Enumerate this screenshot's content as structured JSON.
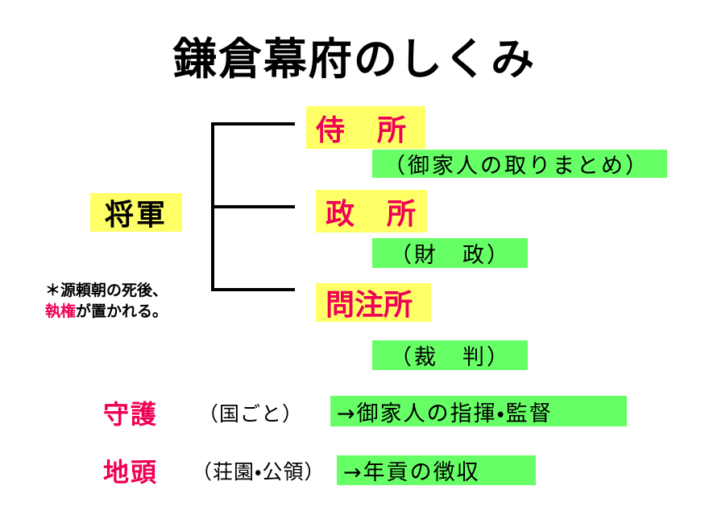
{
  "slide": {
    "title": "鎌倉幕府のしくみ",
    "background_color": "#ffffff"
  },
  "colors": {
    "highlight_yellow": "#ffff66",
    "highlight_green": "#66ff66",
    "accent_pink": "#ee0055",
    "text_black": "#000000"
  },
  "central": {
    "head": {
      "label": "将軍",
      "highlight": "#ffff66",
      "text_color": "#000000"
    },
    "note": {
      "line1": "＊源頼朝の死後、",
      "highlight_term": "執権",
      "line2_rest": "が置かれる。"
    },
    "organs": [
      {
        "name": "侍　所",
        "description": "（御家人の取りまとめ）"
      },
      {
        "name": "政　所",
        "description": "（財　政）"
      },
      {
        "name": "問注所",
        "description": "（裁　判）"
      }
    ]
  },
  "local": {
    "officers": [
      {
        "title": "守護",
        "scope": "（国ごと）",
        "duty": "→御家人の指揮・監督"
      },
      {
        "title": "地頭",
        "scope": "（荘園・公領）",
        "duty": "→年貢の徴収"
      }
    ]
  }
}
